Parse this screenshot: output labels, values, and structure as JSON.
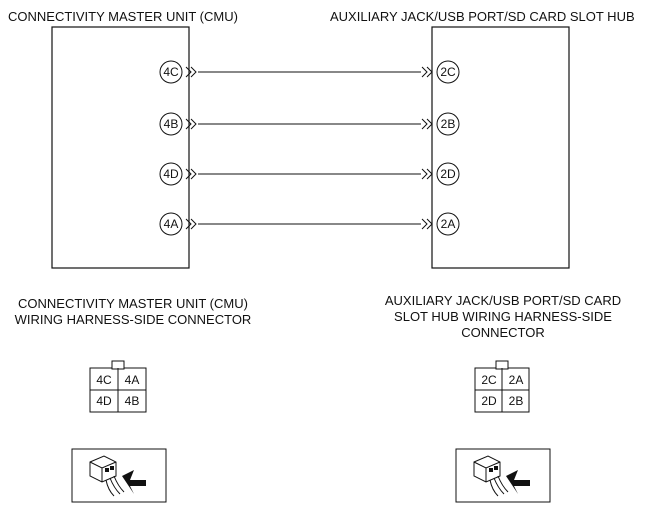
{
  "left_unit": {
    "title": "CONNECTIVITY MASTER UNIT (CMU)",
    "pins": [
      "4C",
      "4B",
      "4D",
      "4A"
    ]
  },
  "right_unit": {
    "title": "AUXILIARY JACK/USB PORT/SD CARD SLOT HUB",
    "pins": [
      "2C",
      "2B",
      "2D",
      "2A"
    ]
  },
  "left_connector": {
    "title_line1": "CONNECTIVITY MASTER UNIT (CMU)",
    "title_line2": "WIRING HARNESS-SIDE CONNECTOR",
    "cells": [
      "4C",
      "4A",
      "4D",
      "4B"
    ]
  },
  "right_connector": {
    "title_line1": "AUXILIARY JACK/USB PORT/SD CARD",
    "title_line2": "SLOT HUB WIRING HARNESS-SIDE",
    "title_line3": "CONNECTOR",
    "cells": [
      "2C",
      "2A",
      "2D",
      "2B"
    ]
  }
}
